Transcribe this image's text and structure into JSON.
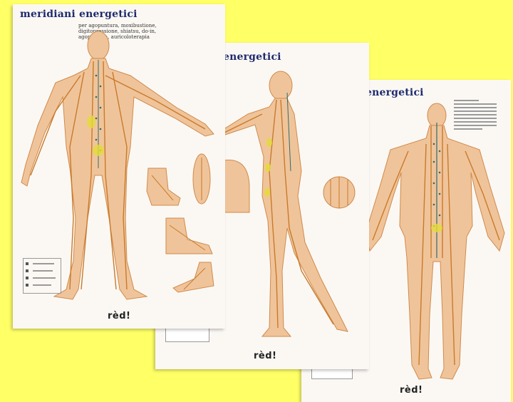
{
  "posters": [
    {
      "title": "meridiani energetici",
      "subtitle": "per agopuntura, moxibustione, digitopressione, shiatsu, do-in, agopuntura, auricoloterapia",
      "brand": "rèd!"
    },
    {
      "title": "energetici",
      "brand": "rèd!"
    },
    {
      "title": "energetici",
      "brand": "rèd!"
    }
  ],
  "colors": {
    "background": "#ffff66",
    "skin": "#f0c49a",
    "meridian": "#c87a2a",
    "spine_line": "#2f6b6f",
    "title": "#1f2a6e"
  }
}
